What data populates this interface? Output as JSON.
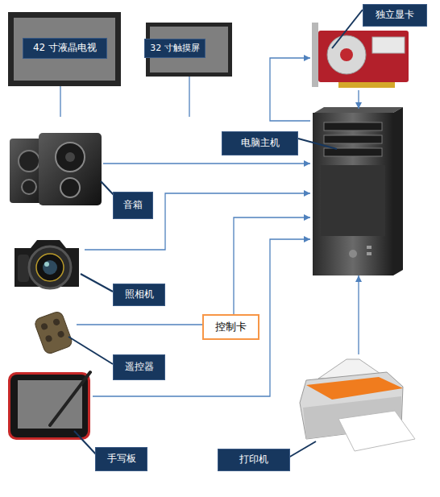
{
  "diagram": {
    "nodes": [
      {
        "text": [
          "42 寸液晶电视"
        ]
      },
      {
        "text": [
          "32 寸触摸屏"
        ]
      },
      {
        "text": [
          "独立显卡"
        ]
      },
      {
        "text": [
          "电脑主机"
        ]
      },
      {
        "text": [
          "音箱"
        ]
      },
      {
        "text": [
          "照相机"
        ]
      },
      {
        "text": [
          "控制卡"
        ]
      },
      {
        "text": [
          "遥控器"
        ]
      },
      {
        "text": [
          "手写板"
        ]
      },
      {
        "text": [
          "打印机"
        ]
      }
    ],
    "edges": [
      {
        "from": 4,
        "to": 3,
        "arrow": "to"
      },
      {
        "from": 5,
        "to": 3,
        "arrow": "to"
      },
      {
        "from": 7,
        "to": 6,
        "arrow": "none"
      },
      {
        "from": 6,
        "to": 3,
        "arrow": "to"
      },
      {
        "from": 8,
        "to": 3,
        "arrow": "to"
      },
      {
        "from": 9,
        "to": 3,
        "arrow": "to"
      },
      {
        "from": 3,
        "to": 2,
        "arrow": "to"
      },
      {
        "from": 2,
        "to": 3,
        "arrow": "to"
      }
    ]
  }
}
